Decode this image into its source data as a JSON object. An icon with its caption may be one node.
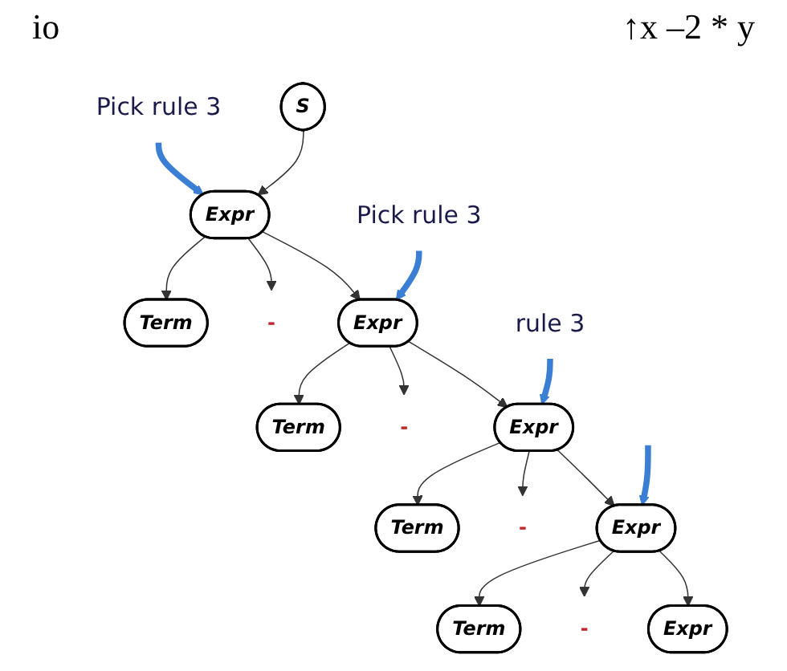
{
  "diagram": {
    "nodes": [
      {
        "text": [
          "S"
        ]
      },
      {
        "text": [
          "Pick rule 3"
        ]
      },
      {
        "text": [
          "Expr"
        ]
      },
      {
        "text": [
          "Pick rule 3"
        ]
      },
      {
        "text": [
          "Expr"
        ]
      },
      {
        "text": [
          "-"
        ]
      },
      {
        "text": [
          "Term"
        ]
      },
      {
        "text": [
          "rule 3"
        ]
      },
      {
        "text": [
          "Expr"
        ]
      },
      {
        "text": [
          "-"
        ]
      },
      {
        "text": [
          "Term"
        ]
      },
      {
        "text": [
          "Expr"
        ]
      },
      {
        "text": [
          "-"
        ]
      },
      {
        "text": [
          "Term"
        ]
      },
      {
        "text": [
          "Expr"
        ]
      },
      {
        "text": [
          "-"
        ]
      },
      {
        "text": [
          "Term"
        ]
      }
    ],
    "edges": [
      {
        "from": 0,
        "to": 2,
        "arrow": "to"
      },
      {
        "from": 1,
        "to": 2,
        "arrow": "to",
        "style": "thick",
        "color": "#3b7fd4"
      },
      {
        "from": 2,
        "to": 4,
        "arrow": "to"
      },
      {
        "from": 2,
        "to": 5,
        "arrow": "to"
      },
      {
        "from": 2,
        "to": 6,
        "arrow": "to"
      },
      {
        "from": 3,
        "to": 4,
        "arrow": "to",
        "style": "thick",
        "color": "#3b7fd4"
      },
      {
        "from": 4,
        "to": 8,
        "arrow": "to"
      },
      {
        "from": 4,
        "to": 9,
        "arrow": "to"
      },
      {
        "from": 4,
        "to": 10,
        "arrow": "to"
      },
      {
        "from": 7,
        "to": 8,
        "arrow": "to",
        "style": "thick",
        "color": "#3b7fd4"
      },
      {
        "from": 8,
        "to": 11,
        "arrow": "to"
      },
      {
        "from": 8,
        "to": 12,
        "arrow": "to"
      },
      {
        "from": 8,
        "to": 13,
        "arrow": "to"
      },
      {
        "from": null,
        "to": 11,
        "arrow": "to",
        "style": "thick",
        "color": "#3b7fd4"
      },
      {
        "from": 11,
        "to": 14,
        "arrow": "to"
      },
      {
        "from": 11,
        "to": 15,
        "arrow": "to"
      },
      {
        "from": 11,
        "to": 16,
        "arrow": "to"
      }
    ],
    "labels": [
      "↑x –2 * y",
      "io"
    ]
  }
}
